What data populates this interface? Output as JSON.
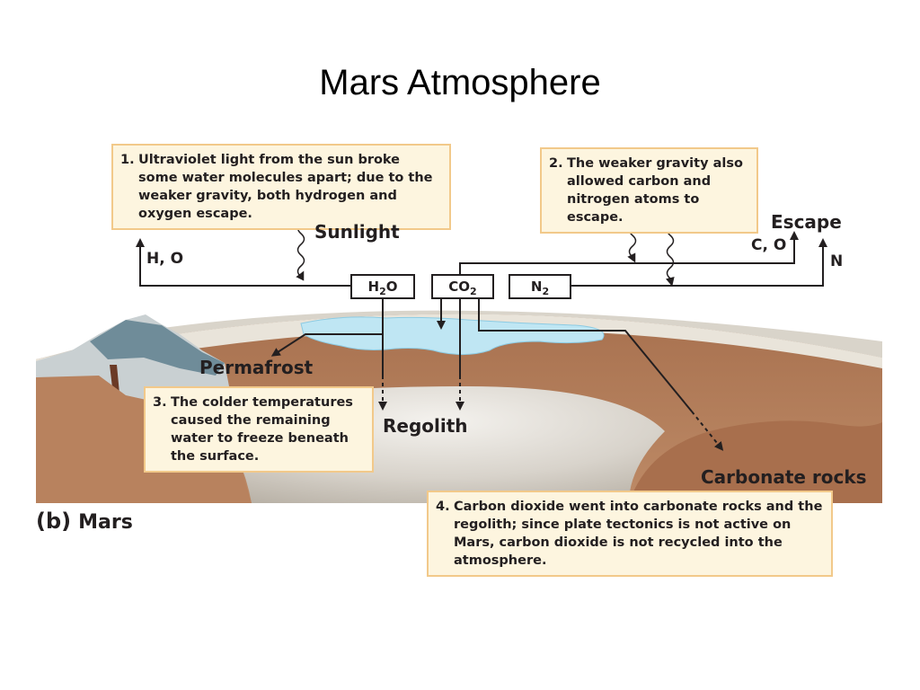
{
  "title": "Mars Atmosphere",
  "panel": {
    "letter": "(b)",
    "name": "Mars"
  },
  "notes": {
    "n1": {
      "num": "1.",
      "text": "Ultraviolet light from the sun broke some water molecules apart; due to the weaker gravity, both hydrogen and oxygen escape."
    },
    "n2": {
      "num": "2.",
      "text": "The weaker gravity also allowed carbon and nitrogen atoms to escape."
    },
    "n3": {
      "num": "3.",
      "text": "The colder temperatures caused the remaining water to freeze beneath the surface."
    },
    "n4": {
      "num": "4.",
      "text": "Carbon dioxide went into carbonate rocks and the regolith; since plate tectonics is not active on Mars, carbon dioxide is not recycled into the atmosphere."
    }
  },
  "labels": {
    "sunlight": "Sunlight",
    "escape": "Escape",
    "h_o": "H, O",
    "c_o": "C, O",
    "n": "N",
    "permafrost": "Permafrost",
    "regolith": "Regolith",
    "carbonate_rocks": "Carbonate rocks"
  },
  "molecules": {
    "h2o": {
      "base": "H",
      "sub": "2",
      "tail": "O"
    },
    "co2": {
      "base": "CO",
      "sub": "2",
      "tail": ""
    },
    "n2": {
      "base": "N",
      "sub": "2",
      "tail": ""
    }
  },
  "colors": {
    "note_fill": "#fdf5df",
    "note_border": "#f2c98a",
    "line": "#231f20",
    "soil": "#b37a58",
    "ice": "#bfe6f3",
    "surface": "#ece8e0"
  }
}
